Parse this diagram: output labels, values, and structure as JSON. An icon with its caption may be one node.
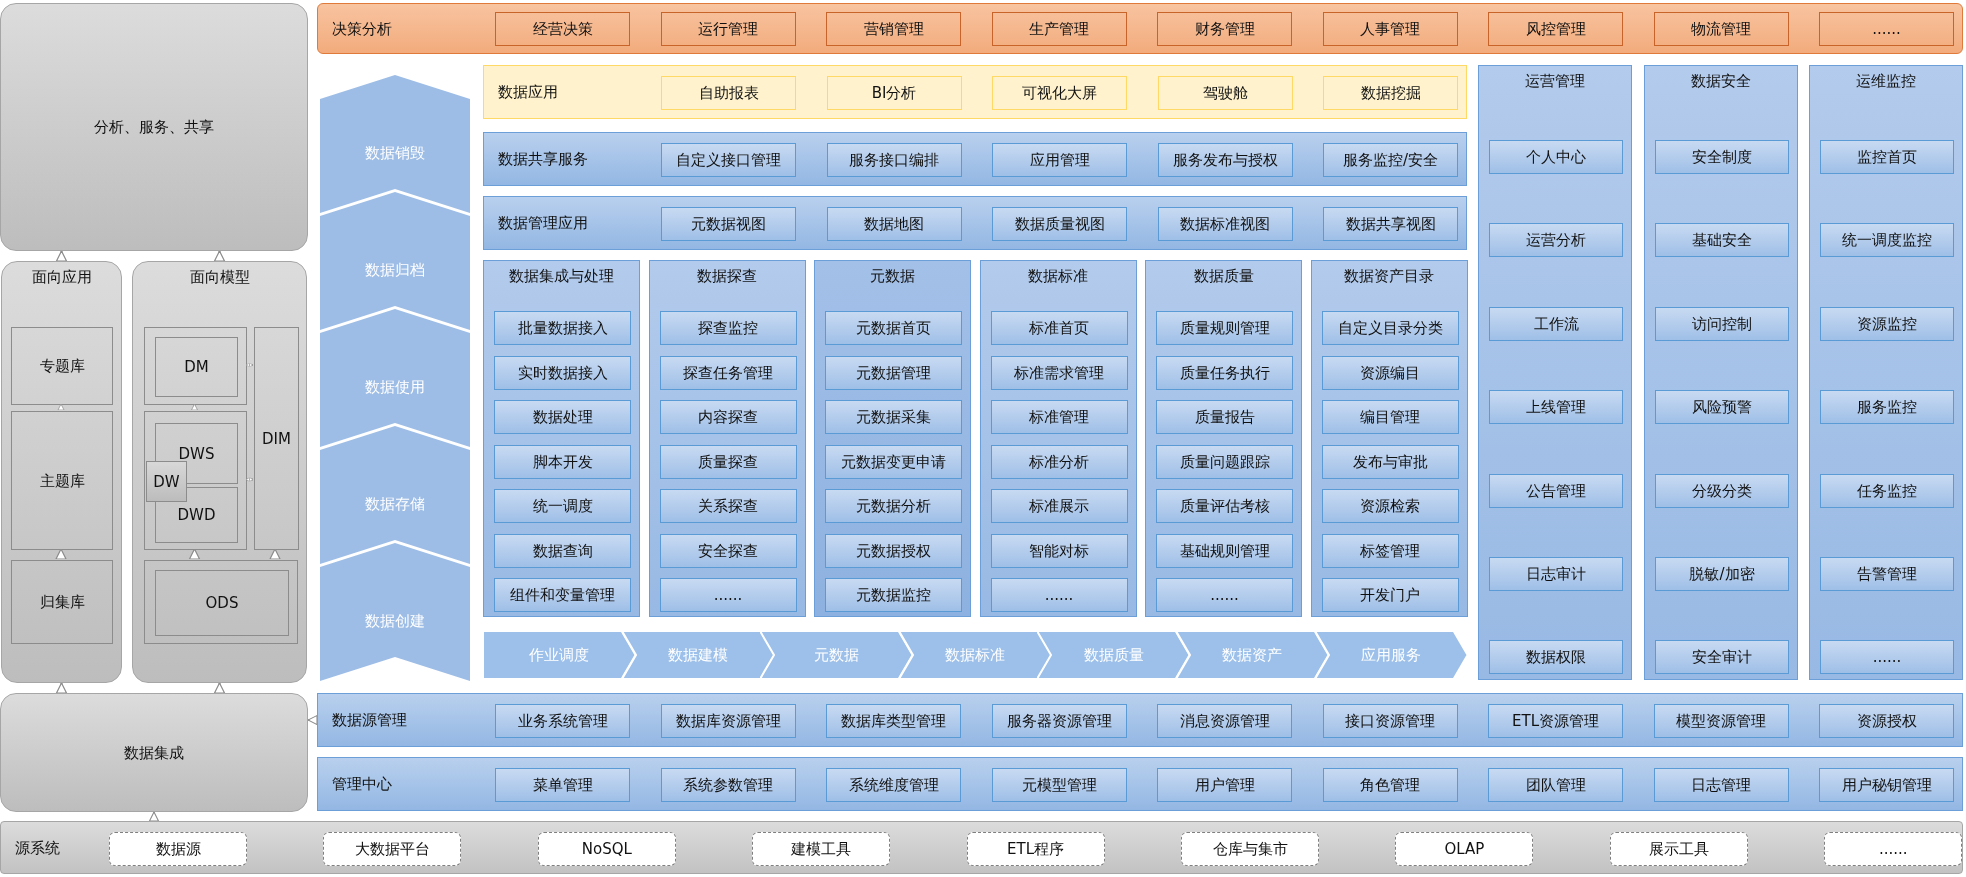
{
  "diagram": {
    "nodes": [
      {
        "text": [
          "分析、服务、共享"
        ]
      },
      {
        "text": [
          "面向应用"
        ]
      },
      {
        "text": [
          "专题库"
        ],
        "in": 1
      },
      {
        "text": [
          "主题库"
        ],
        "in": 1
      },
      {
        "text": [
          "归集库"
        ],
        "in": 1
      },
      {
        "text": [
          "面向模型"
        ]
      },
      {
        "text": [],
        "shape": "box",
        "in": 5
      },
      {
        "text": [
          "DM"
        ],
        "in": 6
      },
      {
        "text": [],
        "shape": "box",
        "in": 5
      },
      {
        "text": [
          "DWS"
        ],
        "in": 8
      },
      {
        "text": [
          "DWD"
        ],
        "in": 8
      },
      {
        "text": [
          "DW"
        ],
        "in": 8
      },
      {
        "text": [
          "DIM"
        ],
        "in": 5
      },
      {
        "text": [],
        "shape": "box",
        "in": 5
      },
      {
        "text": [
          "ODS"
        ],
        "in": 13
      },
      {
        "text": [
          "数据集成"
        ]
      },
      {
        "text": [
          "决策分析"
        ]
      },
      {
        "text": [
          "经营决策"
        ],
        "in": 16
      },
      {
        "text": [
          "运行管理"
        ],
        "in": 16
      },
      {
        "text": [
          "营销管理"
        ],
        "in": 16
      },
      {
        "text": [
          "生产管理"
        ],
        "in": 16
      },
      {
        "text": [
          "财务管理"
        ],
        "in": 16
      },
      {
        "text": [
          "人事管理"
        ],
        "in": 16
      },
      {
        "text": [
          "风控管理"
        ],
        "in": 16
      },
      {
        "text": [
          "物流管理"
        ],
        "in": 16
      },
      {
        "text": [
          "......"
        ],
        "in": 16
      },
      {
        "text": [
          "数据销毁"
        ]
      },
      {
        "text": [
          "数据归档"
        ]
      },
      {
        "text": [
          "数据使用"
        ]
      },
      {
        "text": [
          "数据存储"
        ]
      },
      {
        "text": [
          "数据创建"
        ]
      },
      {
        "text": [
          "数据应用"
        ]
      },
      {
        "text": [
          "自助报表"
        ],
        "in": 31
      },
      {
        "text": [
          "BI分析"
        ],
        "in": 31
      },
      {
        "text": [
          "可视化大屏"
        ],
        "in": 31
      },
      {
        "text": [
          "驾驶舱"
        ],
        "in": 31
      },
      {
        "text": [
          "数据挖掘"
        ],
        "in": 31
      },
      {
        "text": [
          "数据共享服务"
        ]
      },
      {
        "text": [
          "自定义接口管理"
        ],
        "in": 37
      },
      {
        "text": [
          "服务接口编排"
        ],
        "in": 37
      },
      {
        "text": [
          "应用管理"
        ],
        "in": 37
      },
      {
        "text": [
          "服务发布与授权"
        ],
        "in": 37
      },
      {
        "text": [
          "服务监控/安全"
        ],
        "in": 37
      },
      {
        "text": [
          "数据管理应用"
        ]
      },
      {
        "text": [
          "元数据视图"
        ],
        "in": 43
      },
      {
        "text": [
          "数据地图"
        ],
        "in": 43
      },
      {
        "text": [
          "数据质量视图"
        ],
        "in": 43
      },
      {
        "text": [
          "数据标准视图"
        ],
        "in": 43
      },
      {
        "text": [
          "数据共享视图"
        ],
        "in": 43
      },
      {
        "text": [
          "数据集成与处理"
        ]
      },
      {
        "text": [
          "批量数据接入"
        ],
        "in": 49
      },
      {
        "text": [
          "实时数据接入"
        ],
        "in": 49
      },
      {
        "text": [
          "数据处理"
        ],
        "in": 49
      },
      {
        "text": [
          "脚本开发"
        ],
        "in": 49
      },
      {
        "text": [
          "统一调度"
        ],
        "in": 49
      },
      {
        "text": [
          "数据查询"
        ],
        "in": 49
      },
      {
        "text": [
          "组件和变量管理"
        ],
        "in": 49
      },
      {
        "text": [
          "数据探查"
        ]
      },
      {
        "text": [
          "探查监控"
        ],
        "in": 57
      },
      {
        "text": [
          "探查任务管理"
        ],
        "in": 57
      },
      {
        "text": [
          "内容探查"
        ],
        "in": 57
      },
      {
        "text": [
          "质量探查"
        ],
        "in": 57
      },
      {
        "text": [
          "关系探查"
        ],
        "in": 57
      },
      {
        "text": [
          "安全探查"
        ],
        "in": 57
      },
      {
        "text": [
          "......"
        ],
        "in": 57
      },
      {
        "text": [
          "元数据"
        ]
      },
      {
        "text": [
          "元数据首页"
        ],
        "in": 65
      },
      {
        "text": [
          "元数据管理"
        ],
        "in": 65
      },
      {
        "text": [
          "元数据采集"
        ],
        "in": 65
      },
      {
        "text": [
          "元数据变更申请"
        ],
        "in": 65
      },
      {
        "text": [
          "元数据分析"
        ],
        "in": 65
      },
      {
        "text": [
          "元数据授权"
        ],
        "in": 65
      },
      {
        "text": [
          "元数据监控"
        ],
        "in": 65
      },
      {
        "text": [
          "数据标准"
        ]
      },
      {
        "text": [
          "标准首页"
        ],
        "in": 73
      },
      {
        "text": [
          "标准需求管理"
        ],
        "in": 73
      },
      {
        "text": [
          "标准管理"
        ],
        "in": 73
      },
      {
        "text": [
          "标准分析"
        ],
        "in": 73
      },
      {
        "text": [
          "标准展示"
        ],
        "in": 73
      },
      {
        "text": [
          "智能对标"
        ],
        "in": 73
      },
      {
        "text": [
          "......"
        ],
        "in": 73
      },
      {
        "text": [
          "数据质量"
        ]
      },
      {
        "text": [
          "质量规则管理"
        ],
        "in": 81
      },
      {
        "text": [
          "质量任务执行"
        ],
        "in": 81
      },
      {
        "text": [
          "质量报告"
        ],
        "in": 81
      },
      {
        "text": [
          "质量问题跟踪"
        ],
        "in": 81
      },
      {
        "text": [
          "质量评估考核"
        ],
        "in": 81
      },
      {
        "text": [
          "基础规则管理"
        ],
        "in": 81
      },
      {
        "text": [
          "......"
        ],
        "in": 81
      },
      {
        "text": [
          "数据资产目录"
        ]
      },
      {
        "text": [
          "自定义目录分类"
        ],
        "in": 89
      },
      {
        "text": [
          "资源编目"
        ],
        "in": 89
      },
      {
        "text": [
          "编目管理"
        ],
        "in": 89
      },
      {
        "text": [
          "发布与审批"
        ],
        "in": 89
      },
      {
        "text": [
          "资源检索"
        ],
        "in": 89
      },
      {
        "text": [
          "标签管理"
        ],
        "in": 89
      },
      {
        "text": [
          "开发门户"
        ],
        "in": 89
      },
      {
        "text": [
          "作业调度"
        ]
      },
      {
        "text": [
          "数据建模"
        ]
      },
      {
        "text": [
          "元数据"
        ]
      },
      {
        "text": [
          "数据标准"
        ]
      },
      {
        "text": [
          "数据质量"
        ]
      },
      {
        "text": [
          "数据资产"
        ]
      },
      {
        "text": [
          "应用服务"
        ]
      },
      {
        "text": [
          "运营管理"
        ]
      },
      {
        "text": [
          "个人中心"
        ],
        "in": 104
      },
      {
        "text": [
          "运营分析"
        ],
        "in": 104
      },
      {
        "text": [
          "工作流"
        ],
        "in": 104
      },
      {
        "text": [
          "上线管理"
        ],
        "in": 104
      },
      {
        "text": [
          "公告管理"
        ],
        "in": 104
      },
      {
        "text": [
          "日志审计"
        ],
        "in": 104
      },
      {
        "text": [
          "数据权限"
        ],
        "in": 104
      },
      {
        "text": [
          "数据安全"
        ]
      },
      {
        "text": [
          "安全制度"
        ],
        "in": 112
      },
      {
        "text": [
          "基础安全"
        ],
        "in": 112
      },
      {
        "text": [
          "访问控制"
        ],
        "in": 112
      },
      {
        "text": [
          "风险预警"
        ],
        "in": 112
      },
      {
        "text": [
          "分级分类"
        ],
        "in": 112
      },
      {
        "text": [
          "脱敏/加密"
        ],
        "in": 112
      },
      {
        "text": [
          "安全审计"
        ],
        "in": 112
      },
      {
        "text": [
          "运维监控"
        ]
      },
      {
        "text": [
          "监控首页"
        ],
        "in": 120
      },
      {
        "text": [
          "统一调度监控"
        ],
        "in": 120
      },
      {
        "text": [
          "资源监控"
        ],
        "in": 120
      },
      {
        "text": [
          "服务监控"
        ],
        "in": 120
      },
      {
        "text": [
          "任务监控"
        ],
        "in": 120
      },
      {
        "text": [
          "告警管理"
        ],
        "in": 120
      },
      {
        "text": [
          "......"
        ],
        "in": 120
      },
      {
        "text": [
          "数据源管理"
        ]
      },
      {
        "text": [
          "业务系统管理"
        ],
        "in": 128
      },
      {
        "text": [
          "数据库资源管理"
        ],
        "in": 128
      },
      {
        "text": [
          "数据库类型管理"
        ],
        "in": 128
      },
      {
        "text": [
          "服务器资源管理"
        ],
        "in": 128
      },
      {
        "text": [
          "消息资源管理"
        ],
        "in": 128
      },
      {
        "text": [
          "接口资源管理"
        ],
        "in": 128
      },
      {
        "text": [
          "ETL资源管理"
        ],
        "in": 128
      },
      {
        "text": [
          "模型资源管理"
        ],
        "in": 128
      },
      {
        "text": [
          "资源授权"
        ],
        "in": 128
      },
      {
        "text": [
          "管理中心"
        ]
      },
      {
        "text": [
          "菜单管理"
        ],
        "in": 138
      },
      {
        "text": [
          "系统参数管理"
        ],
        "in": 138
      },
      {
        "text": [
          "系统维度管理"
        ],
        "in": 138
      },
      {
        "text": [
          "元模型管理"
        ],
        "in": 138
      },
      {
        "text": [
          "用户管理"
        ],
        "in": 138
      },
      {
        "text": [
          "角色管理"
        ],
        "in": 138
      },
      {
        "text": [
          "团队管理"
        ],
        "in": 138
      },
      {
        "text": [
          "日志管理"
        ],
        "in": 138
      },
      {
        "text": [
          "用户秘钥管理"
        ],
        "in": 138
      },
      {
        "text": [
          "源系统"
        ]
      },
      {
        "text": [
          "数据源"
        ],
        "in": 148
      },
      {
        "text": [
          "大数据平台"
        ],
        "in": 148
      },
      {
        "text": [
          "NoSQL"
        ],
        "in": 148
      },
      {
        "text": [
          "建模工具"
        ],
        "in": 148
      },
      {
        "text": [
          "ETL程序"
        ],
        "in": 148
      },
      {
        "text": [
          "仓库与集市"
        ],
        "in": 148
      },
      {
        "text": [
          "OLAP"
        ],
        "in": 148
      },
      {
        "text": [
          "展示工具"
        ],
        "in": 148
      },
      {
        "text": [
          "......"
        ],
        "in": 148
      }
    ],
    "edges": [
      {
        "from": 1,
        "to": 0,
        "arrow": "to"
      },
      {
        "from": 5,
        "to": 0,
        "arrow": "to"
      },
      {
        "from": 4,
        "to": 3,
        "arrow": "to"
      },
      {
        "from": 3,
        "to": 2,
        "arrow": "to"
      },
      {
        "from": 8,
        "to": 6,
        "arrow": "to"
      },
      {
        "from": 13,
        "to": 8,
        "arrow": "to"
      },
      {
        "from": 13,
        "to": 12,
        "arrow": "to"
      },
      {
        "from": 12,
        "to": 6,
        "arrow": "both"
      },
      {
        "from": 12,
        "to": 8,
        "arrow": "both"
      },
      {
        "from": 15,
        "to": 1,
        "arrow": "to"
      },
      {
        "from": 15,
        "to": 5,
        "arrow": "to"
      },
      {
        "from": 148,
        "to": 15,
        "arrow": "to"
      },
      {
        "from": 128,
        "to": 15,
        "arrow": "to"
      }
    ]
  }
}
